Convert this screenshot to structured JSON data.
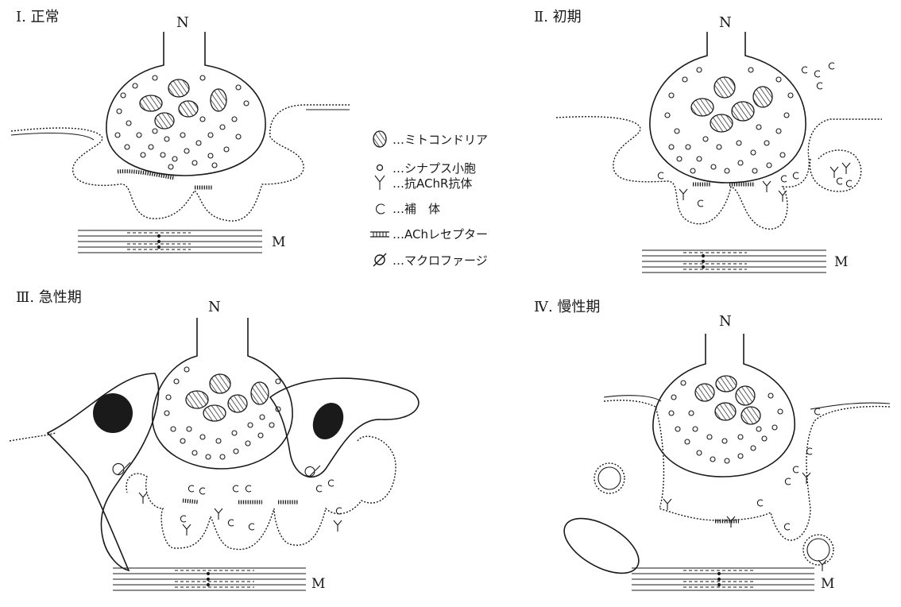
{
  "panels": [
    {
      "title": "Ⅰ. 正常",
      "nerve_label": "N",
      "muscle_label": "M"
    },
    {
      "title": "Ⅱ. 初期",
      "nerve_label": "N",
      "muscle_label": "M"
    },
    {
      "title": "Ⅲ. 急性期",
      "nerve_label": "N",
      "muscle_label": "M"
    },
    {
      "title": "Ⅳ. 慢性期",
      "nerve_label": "N",
      "muscle_label": "M"
    }
  ],
  "legend": [
    {
      "icon": "mitochondria-icon",
      "label": "…ミトコンドリア"
    },
    {
      "icon": "synaptic-vesicle-icon",
      "label": "…シナプス小胞"
    },
    {
      "icon": "antibody-icon",
      "label": "…抗AChR抗体"
    },
    {
      "icon": "complement-icon",
      "label": "…補　体"
    },
    {
      "icon": "ach-receptor-icon",
      "label": "…AChレセプター"
    },
    {
      "icon": "macrophage-icon",
      "label": "…マクロファージ"
    }
  ]
}
